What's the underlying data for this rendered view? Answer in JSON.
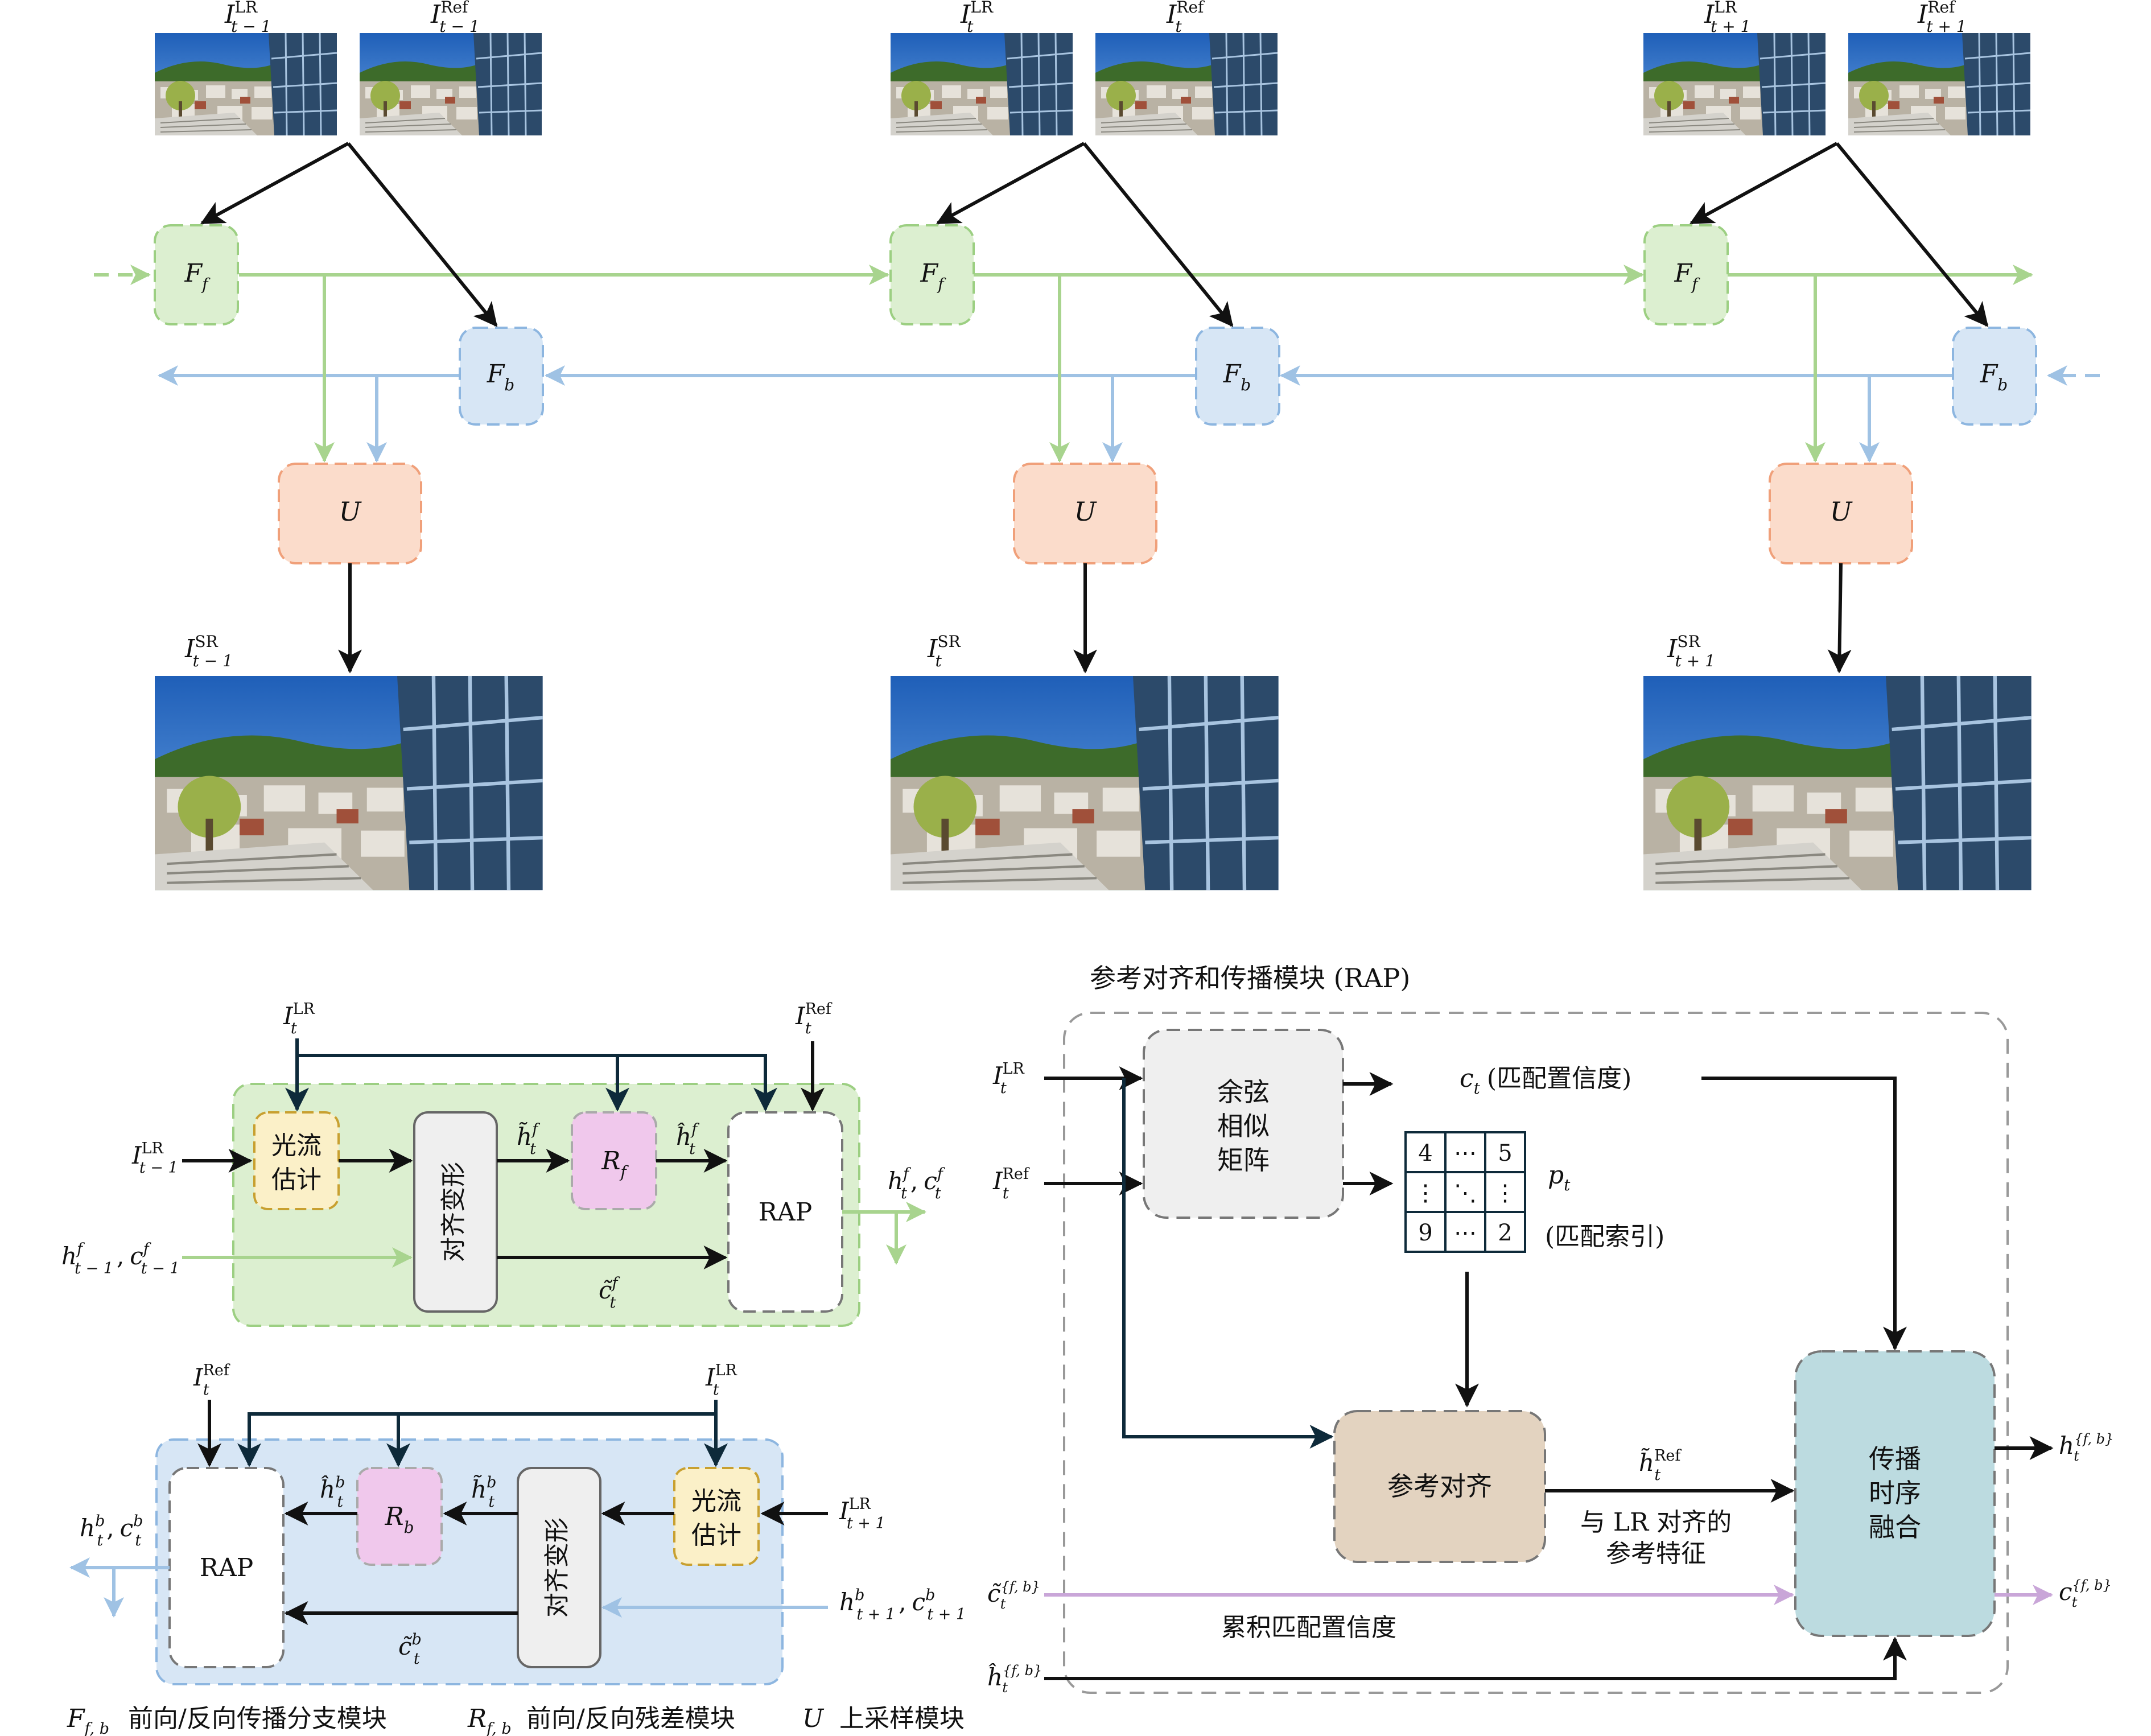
{
  "top": {
    "frames": [
      {
        "lr_label": "I",
        "lr_sup": "LR",
        "lr_sub": "t − 1",
        "ref_label": "I",
        "ref_sup": "Ref",
        "ref_sub": "t − 1",
        "sr_label": "I",
        "sr_sup": "SR",
        "sr_sub": "t − 1"
      },
      {
        "lr_label": "I",
        "lr_sup": "LR",
        "lr_sub": "t",
        "ref_label": "I",
        "ref_sup": "Ref",
        "ref_sub": "t",
        "sr_label": "I",
        "sr_sup": "SR",
        "sr_sub": "t"
      },
      {
        "lr_label": "I",
        "lr_sup": "LR",
        "lr_sub": "t + 1",
        "ref_label": "I",
        "ref_sup": "Ref",
        "ref_sub": "t + 1",
        "sr_label": "I",
        "sr_sup": "SR",
        "sr_sub": "t + 1"
      }
    ],
    "ff_label": "F",
    "ff_sub": "f",
    "fb_label": "F",
    "fb_sub": "b",
    "u_label": "U"
  },
  "forward_branch": {
    "in_lr": "I",
    "in_lr_sup": "LR",
    "in_lr_sub": "t",
    "in_ref": "I",
    "in_ref_sup": "Ref",
    "in_ref_sub": "t",
    "in_prev": "I",
    "in_prev_sup": "LR",
    "in_prev_sub": "t − 1",
    "in_state": "h",
    "in_state_sup": "f",
    "in_state_sub": "t − 1",
    "in_state2": "c",
    "in_state2_sup": "f",
    "in_state2_sub": "t − 1",
    "flow_label_1": "光流",
    "flow_label_2": "估计",
    "warp_label": "对齐变形",
    "h_tilde": "h̃",
    "h_tilde_sup": "f",
    "h_tilde_sub": "t",
    "res_label": "R",
    "res_sub": "f",
    "h_hat": "ĥ",
    "h_hat_sup": "f",
    "h_hat_sub": "t",
    "c_tilde": "c̃",
    "c_tilde_sup": "f",
    "c_tilde_sub": "t",
    "rap_label": "RAP",
    "out_h": "h",
    "out_h_sup": "f",
    "out_h_sub": "t",
    "out_c": "c",
    "out_c_sup": "f",
    "out_c_sub": "t"
  },
  "backward_branch": {
    "in_ref": "I",
    "in_ref_sup": "Ref",
    "in_ref_sub": "t",
    "in_lr": "I",
    "in_lr_sup": "LR",
    "in_lr_sub": "t",
    "in_next": "I",
    "in_next_sup": "LR",
    "in_next_sub": "t + 1",
    "in_state": "h",
    "in_state_sup": "b",
    "in_state_sub": "t + 1",
    "in_state2": "c",
    "in_state2_sup": "b",
    "in_state2_sub": "t + 1",
    "flow_label_1": "光流",
    "flow_label_2": "估计",
    "warp_label": "对齐变形",
    "h_tilde": "h̃",
    "h_tilde_sup": "b",
    "h_tilde_sub": "t",
    "res_label": "R",
    "res_sub": "b",
    "h_hat": "ĥ",
    "h_hat_sup": "b",
    "h_hat_sub": "t",
    "c_tilde": "c̃",
    "c_tilde_sup": "b",
    "c_tilde_sub": "t",
    "rap_label": "RAP",
    "out_h": "h",
    "out_h_sup": "b",
    "out_h_sub": "t",
    "out_c": "c",
    "out_c_sup": "b",
    "out_c_sub": "t"
  },
  "rap_module": {
    "title": "参考对齐和传播模块 (RAP)",
    "in_lr": "I",
    "in_lr_sup": "LR",
    "in_lr_sub": "t",
    "in_ref": "I",
    "in_ref_sup": "Ref",
    "in_ref_sub": "t",
    "cos_1": "余弦",
    "cos_2": "相似",
    "cos_3": "矩阵",
    "conf_sym": "c",
    "conf_sub": "t",
    "conf_text": "(匹配置信度)",
    "matrix_cells": [
      "4",
      "⋯",
      "5",
      "⋮",
      "⋱",
      "⋮",
      "9",
      "⋯",
      "2"
    ],
    "idx_sym": "p",
    "idx_sub": "t",
    "idx_text": "(匹配索引)",
    "align_label": "参考对齐",
    "h_ref": "h̃",
    "h_ref_sup": "Ref",
    "h_ref_sub": "t",
    "aligned_1": "与 LR 对齐的",
    "aligned_2": "参考特征",
    "fusion_1": "传播",
    "fusion_2": "时序",
    "fusion_3": "融合",
    "in_c": "c̃",
    "in_c_sup": "{f, b}",
    "in_c_sub": "t",
    "in_h": "ĥ",
    "in_h_sup": "{f, b}",
    "in_h_sub": "t",
    "acc_text": "累积匹配置信度",
    "out_h": "h",
    "out_h_sup": "{f, b}",
    "out_h_sub": "t",
    "out_c": "c",
    "out_c_sup": "{f, b}",
    "out_c_sub": "t"
  },
  "legend": {
    "f_sym": "F",
    "f_sub": "f, b",
    "f_text": "前向/反向传播分支模块",
    "r_sym": "R",
    "r_sub": "f, b",
    "r_text": "前向/反向残差模块",
    "u_sym": "U",
    "u_text": "上采样模块"
  },
  "colors": {
    "green_fill": "#dcefd0",
    "green_stroke": "#9ccf82",
    "green_line": "#a8d48e",
    "blue_fill": "#d7e6f5",
    "blue_stroke": "#8db6e0",
    "blue_line": "#9fc2e4",
    "orange_fill": "#fbdccb",
    "orange_stroke": "#f0a07a",
    "yellow_fill": "#fbf0c8",
    "yellow_stroke": "#c8a030",
    "pink_fill": "#f0c8ec",
    "gray_fill": "#efefef",
    "align_fill": "#e3d3c0",
    "fusion_fill": "#bcdbe0",
    "purple_line": "#c9a6d8",
    "dark_line": "#0e2a3a"
  }
}
